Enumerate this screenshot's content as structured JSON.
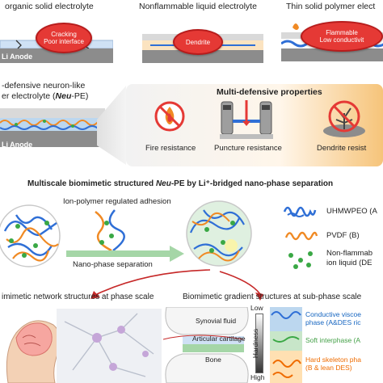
{
  "top_panels": [
    {
      "title": "organic solid electrolyte",
      "bubble": "Cracking\nPoor interface",
      "anode": "Li Anode"
    },
    {
      "title": "Nonflammable liquid electrolyte",
      "bubble": "Dendrite"
    },
    {
      "title": "Thin solid polymer elect",
      "bubble": "Flammable\nLow conductivit"
    }
  ],
  "neu_pe": {
    "title_line1": "-defensive neuron-like",
    "title_line2_prefix": "er electrolyte (",
    "title_line2_em": "Neu",
    "title_line2_suffix": "-PE)",
    "anode": "Li Anode"
  },
  "multi_defensive": {
    "title": "Multi-defensive properties",
    "items": [
      {
        "label": "Fire resistance",
        "icon": "fire-prohibited-icon"
      },
      {
        "label": "Puncture resistance",
        "icon": "puncture-gate-icon"
      },
      {
        "label": "Dendrite resist",
        "icon": "dendrite-prohibited-icon"
      }
    ]
  },
  "multiscale": {
    "title_prefix": "Multiscale biomimetic structured ",
    "title_em": "Neu",
    "title_suffix": "-PE by Li⁺-bridged  nano-phase separation",
    "adhesion_label": "Ion-polymer regulated adhesion",
    "separation_label": "Nano-phase separation"
  },
  "legend": [
    {
      "label": "UHMWPEO (A",
      "color": "#2f6fd6"
    },
    {
      "label": "PVDF (B)",
      "color": "#f08a24"
    },
    {
      "label": "Non-flammab",
      "label2": "ion liquid (DE",
      "color": "#3aa845"
    }
  ],
  "bottom_left": {
    "title": "imimetic network structures at phase scale"
  },
  "bottom_right": {
    "title": "Biomimetic gradient structures at sub-phase scale",
    "synovial": "Synovial fluid",
    "cartilage": "Articular cartilage",
    "bone": "Bone",
    "low": "Low",
    "high": "High",
    "hardness": "Hardness",
    "phases": [
      {
        "line1": "Conductive viscoe",
        "line2": "phase (A&DES ric",
        "color": "#1565c0"
      },
      {
        "line1": "Soft interphase (A",
        "line2": "",
        "color": "#43a047"
      },
      {
        "line1": "Hard skeleton pha",
        "line2": "(B & lean DES)",
        "color": "#ef6c00"
      }
    ]
  },
  "colors": {
    "anode": "#8c8c8c",
    "bubble": "#e53935",
    "blue": "#2f6fd6",
    "orange": "#f08a24",
    "green": "#3aa845",
    "arrow_red": "#c62828"
  }
}
